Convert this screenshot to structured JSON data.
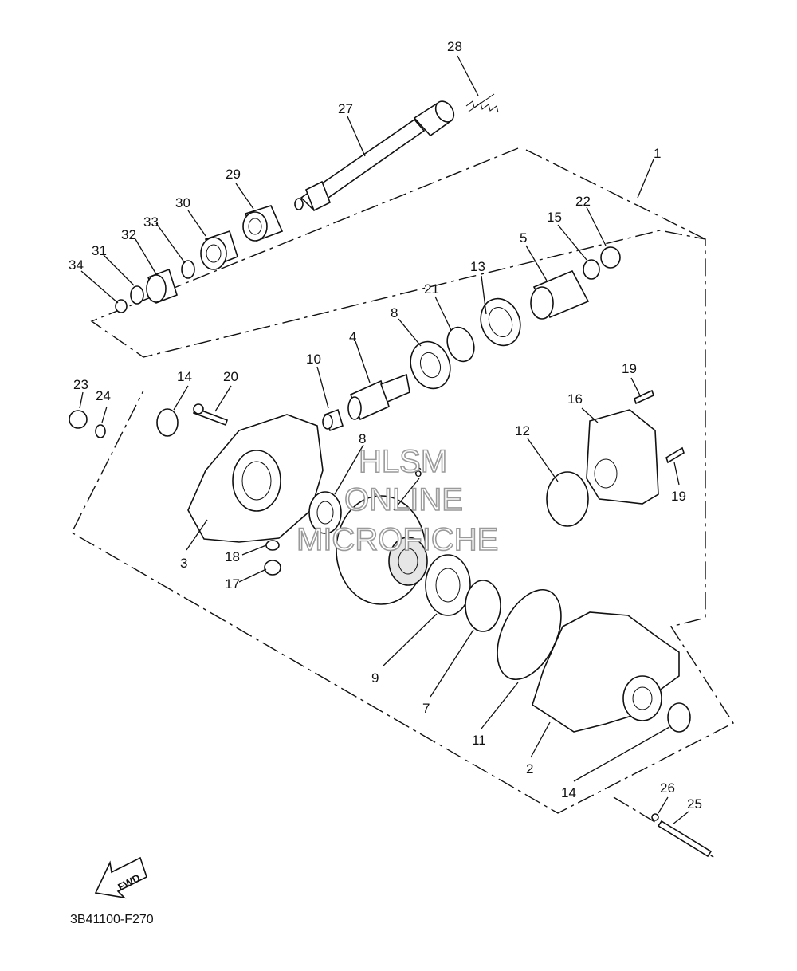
{
  "diagram": {
    "code": "3B41100-F270",
    "fwd_label": "FWD",
    "watermark": [
      "HLSM",
      "ONLINE",
      "MICROFICHE"
    ],
    "labels": {
      "l1": "1",
      "l2": "2",
      "l3": "3",
      "l4": "4",
      "l5": "5",
      "l6": "6",
      "l7": "7",
      "l8a": "8",
      "l8b": "8",
      "l9": "9",
      "l10": "10",
      "l11": "11",
      "l12": "12",
      "l13": "13",
      "l14a": "14",
      "l14b": "14",
      "l15": "15",
      "l16": "16",
      "l17": "17",
      "l18": "18",
      "l19a": "19",
      "l19b": "19",
      "l20": "20",
      "l21": "21",
      "l22": "22",
      "l23": "23",
      "l24": "24",
      "l25": "25",
      "l26": "26",
      "l27": "27",
      "l28": "28",
      "l29": "29",
      "l30": "30",
      "l31": "31",
      "l32": "32",
      "l33": "33",
      "l34": "34"
    }
  }
}
